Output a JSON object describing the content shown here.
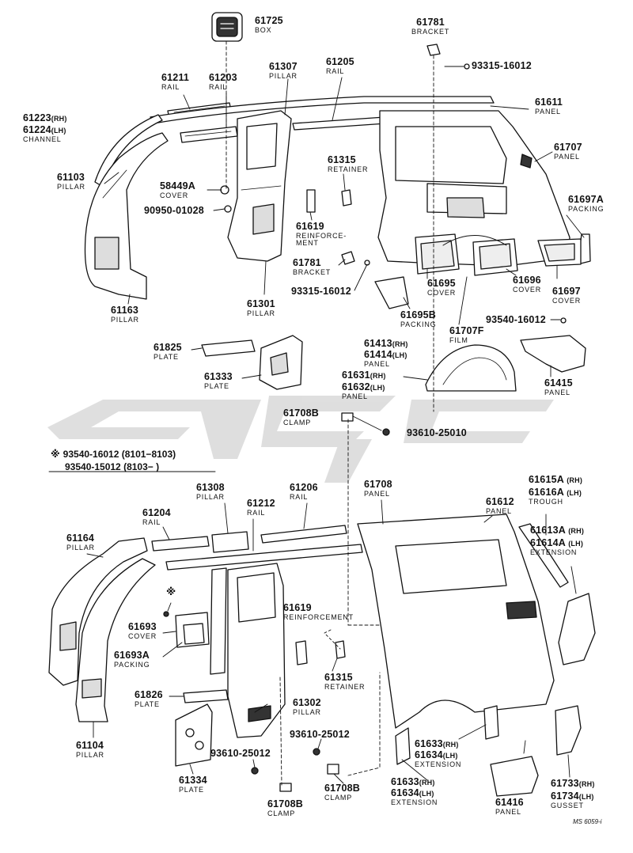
{
  "colors": {
    "ink": "#111111",
    "part_fill": "#ffffff",
    "shade": "#c8c8c8",
    "watermark": "#d9d9d9",
    "background": "#ffffff"
  },
  "watermark": {
    "icon": "stylized-logo-watermark"
  },
  "note": {
    "marker": "※",
    "line1": "93540-16012 (8101−8103)",
    "line2": "93540-15012 (8103−          )"
  },
  "catalog_code": "MS 6059-i",
  "callouts": [
    {
      "id": "61725",
      "number": "61725",
      "name": "BOX"
    },
    {
      "id": "61781a",
      "number": "61781",
      "name": "BRACKET"
    },
    {
      "id": "93315a",
      "number": "93315-16012",
      "name": ""
    },
    {
      "id": "61211",
      "number": "61211",
      "name": "RAIL"
    },
    {
      "id": "61203",
      "number": "61203",
      "name": "RAIL"
    },
    {
      "id": "61307",
      "number": "61307",
      "name": "PILLAR"
    },
    {
      "id": "61205",
      "number": "61205",
      "name": "RAIL"
    },
    {
      "id": "61611",
      "number": "61611",
      "name": "PANEL"
    },
    {
      "id": "61223",
      "number": "61223",
      "suffix": "(RH)",
      "name": ""
    },
    {
      "id": "61224",
      "number": "61224",
      "suffix": "(LH)",
      "name": "CHANNEL"
    },
    {
      "id": "61707",
      "number": "61707",
      "name": "PANEL"
    },
    {
      "id": "61103",
      "number": "61103",
      "name": "PILLAR"
    },
    {
      "id": "61315a",
      "number": "61315",
      "name": "RETAINER"
    },
    {
      "id": "58449A",
      "number": "58449A",
      "name": "COVER"
    },
    {
      "id": "61697A",
      "number": "61697A",
      "name": "PACKING"
    },
    {
      "id": "90950",
      "number": "90950-01028",
      "name": ""
    },
    {
      "id": "61619a",
      "number": "61619",
      "name": "REINFORCE-\nMENT"
    },
    {
      "id": "61781b",
      "number": "61781",
      "name": "BRACKET"
    },
    {
      "id": "61695",
      "number": "61695",
      "name": "COVER"
    },
    {
      "id": "61696",
      "number": "61696",
      "name": "COVER"
    },
    {
      "id": "61697",
      "number": "61697",
      "name": "COVER"
    },
    {
      "id": "93315b",
      "number": "93315-16012",
      "name": ""
    },
    {
      "id": "61163",
      "number": "61163",
      "name": "PILLAR"
    },
    {
      "id": "61301",
      "number": "61301",
      "name": "PILLAR"
    },
    {
      "id": "61695B",
      "number": "61695B",
      "name": "PACKING"
    },
    {
      "id": "93540a",
      "number": "93540-16012",
      "name": ""
    },
    {
      "id": "61707F",
      "number": "61707F",
      "name": "FILM"
    },
    {
      "id": "61413",
      "number": "61413",
      "suffix": "(RH)",
      "name": ""
    },
    {
      "id": "61414",
      "number": "61414",
      "suffix": "(LH)",
      "name": "PANEL"
    },
    {
      "id": "61825",
      "number": "61825",
      "name": "PLATE"
    },
    {
      "id": "61631",
      "number": "61631",
      "suffix": "(RH)",
      "name": ""
    },
    {
      "id": "61632",
      "number": "61632",
      "suffix": "(LH)",
      "name": "PANEL"
    },
    {
      "id": "61415",
      "number": "61415",
      "name": "PANEL"
    },
    {
      "id": "61333",
      "number": "61333",
      "name": "PLATE"
    },
    {
      "id": "61708B_a",
      "number": "61708B",
      "name": "CLAMP"
    },
    {
      "id": "93610a",
      "number": "93610-25010",
      "name": ""
    },
    {
      "id": "61308",
      "number": "61308",
      "name": "PILLAR"
    },
    {
      "id": "61206",
      "number": "61206",
      "name": "RAIL"
    },
    {
      "id": "61708",
      "number": "61708",
      "name": "PANEL"
    },
    {
      "id": "61615A",
      "number": "61615A",
      "suffix": "(RH)",
      "name": ""
    },
    {
      "id": "61616A",
      "number": "61616A",
      "suffix": "(LH)",
      "name": "TROUGH"
    },
    {
      "id": "61204",
      "number": "61204",
      "name": "RAIL"
    },
    {
      "id": "61212",
      "number": "61212",
      "name": "RAIL"
    },
    {
      "id": "61612",
      "number": "61612",
      "name": "PANEL"
    },
    {
      "id": "61164",
      "number": "61164",
      "name": "PILLAR"
    },
    {
      "id": "61613A",
      "number": "61613A",
      "suffix": "(RH)",
      "name": ""
    },
    {
      "id": "61614A",
      "number": "61614A",
      "suffix": "(LH)",
      "name": "EXTENSION"
    },
    {
      "id": "star",
      "number": "※",
      "name": ""
    },
    {
      "id": "61619b",
      "number": "61619",
      "name": "REINFORCEMENT"
    },
    {
      "id": "61693",
      "number": "61693",
      "name": "COVER"
    },
    {
      "id": "61693A",
      "number": "61693A",
      "name": "PACKING"
    },
    {
      "id": "61315b",
      "number": "61315",
      "name": "RETAINER"
    },
    {
      "id": "61826",
      "number": "61826",
      "name": "PLATE"
    },
    {
      "id": "61302",
      "number": "61302",
      "name": "PILLAR"
    },
    {
      "id": "61104",
      "number": "61104",
      "name": "PILLAR"
    },
    {
      "id": "93610b",
      "number": "93610-25012",
      "name": ""
    },
    {
      "id": "93610c",
      "number": "93610-25012",
      "name": ""
    },
    {
      "id": "61633a",
      "number": "61633",
      "suffix": "(RH)",
      "name": ""
    },
    {
      "id": "61634a",
      "number": "61634",
      "suffix": "(LH)",
      "name": "EXTENSION"
    },
    {
      "id": "61334",
      "number": "61334",
      "name": "PLATE"
    },
    {
      "id": "61633b",
      "number": "61633",
      "suffix": "(RH)",
      "name": ""
    },
    {
      "id": "61634b",
      "number": "61634",
      "suffix": "(LH)",
      "name": "EXTENSION"
    },
    {
      "id": "61733",
      "number": "61733",
      "suffix": "(RH)",
      "name": ""
    },
    {
      "id": "61734",
      "number": "61734",
      "suffix": "(LH)",
      "name": "GUSSET"
    },
    {
      "id": "61708B_b",
      "number": "61708B",
      "name": "CLAMP"
    },
    {
      "id": "61708B_c",
      "number": "61708B",
      "name": "CLAMP"
    },
    {
      "id": "61416",
      "number": "61416",
      "name": "PANEL"
    }
  ]
}
